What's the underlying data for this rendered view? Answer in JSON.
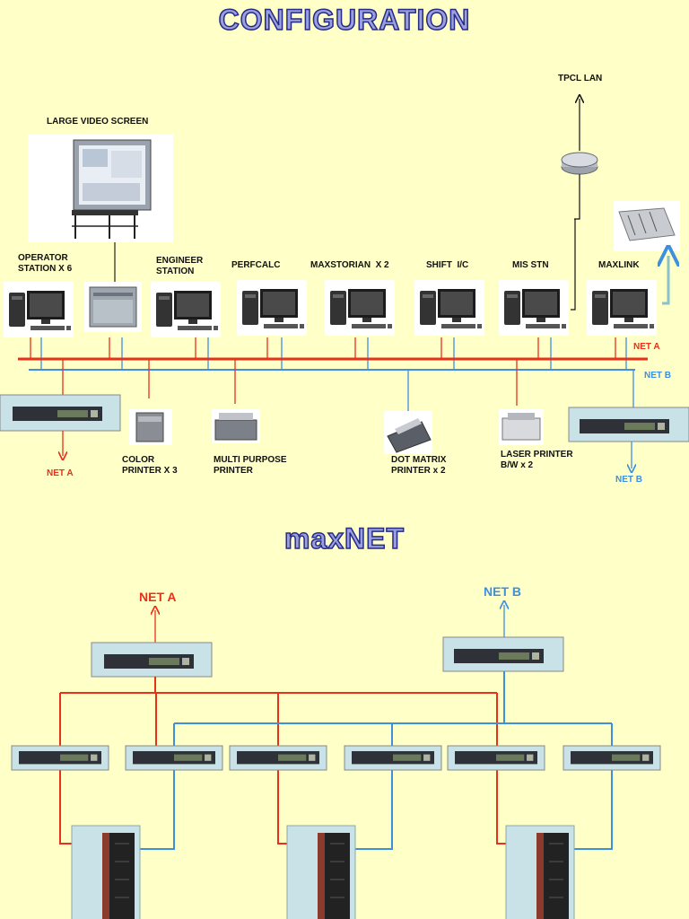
{
  "titles": {
    "top": "CONFIGURATION",
    "bottom": "maxNET"
  },
  "labels": {
    "tpcl_lan": "TPCL LAN",
    "large_video_screen": "LARGE VIDEO SCREEN",
    "operator_station_1": "OPERATOR",
    "operator_station_2": "STATION X 6",
    "engineer_station_1": "ENGINEER",
    "engineer_station_2": "STATION",
    "perfcalc": "PERFCALC",
    "maxstorian": "MAXSTORIAN  X 2",
    "shift_ic": "SHIFT  I/C",
    "mis_stn": "MIS STN",
    "maxlink": "MAXLINK",
    "net_a": "NET A",
    "net_b": "NET B",
    "color_printer_1": "COLOR",
    "color_printer_2": "PRINTER X 3",
    "multi_purpose_1": "MULTI PURPOSE",
    "multi_purpose_2": "PRINTER",
    "dot_matrix_1": "DOT MATRIX",
    "dot_matrix_2": "PRINTER x 2",
    "laser_printer_1": "LASER PRINTER",
    "laser_printer_2": "B/W x 2"
  },
  "colors": {
    "net_a": "#e8301a",
    "net_b": "#3d8fe0",
    "background": "#ffffc8",
    "title_fill": "#9aa0dc"
  },
  "icons": [
    "workstation-icon",
    "server-tower-icon",
    "video-wall-icon",
    "router-icon",
    "network-switch-icon",
    "color-printer-icon",
    "multifunction-printer-icon",
    "dot-matrix-printer-icon",
    "laser-printer-icon",
    "maxlink-module-icon",
    "controller-rack-icon"
  ]
}
